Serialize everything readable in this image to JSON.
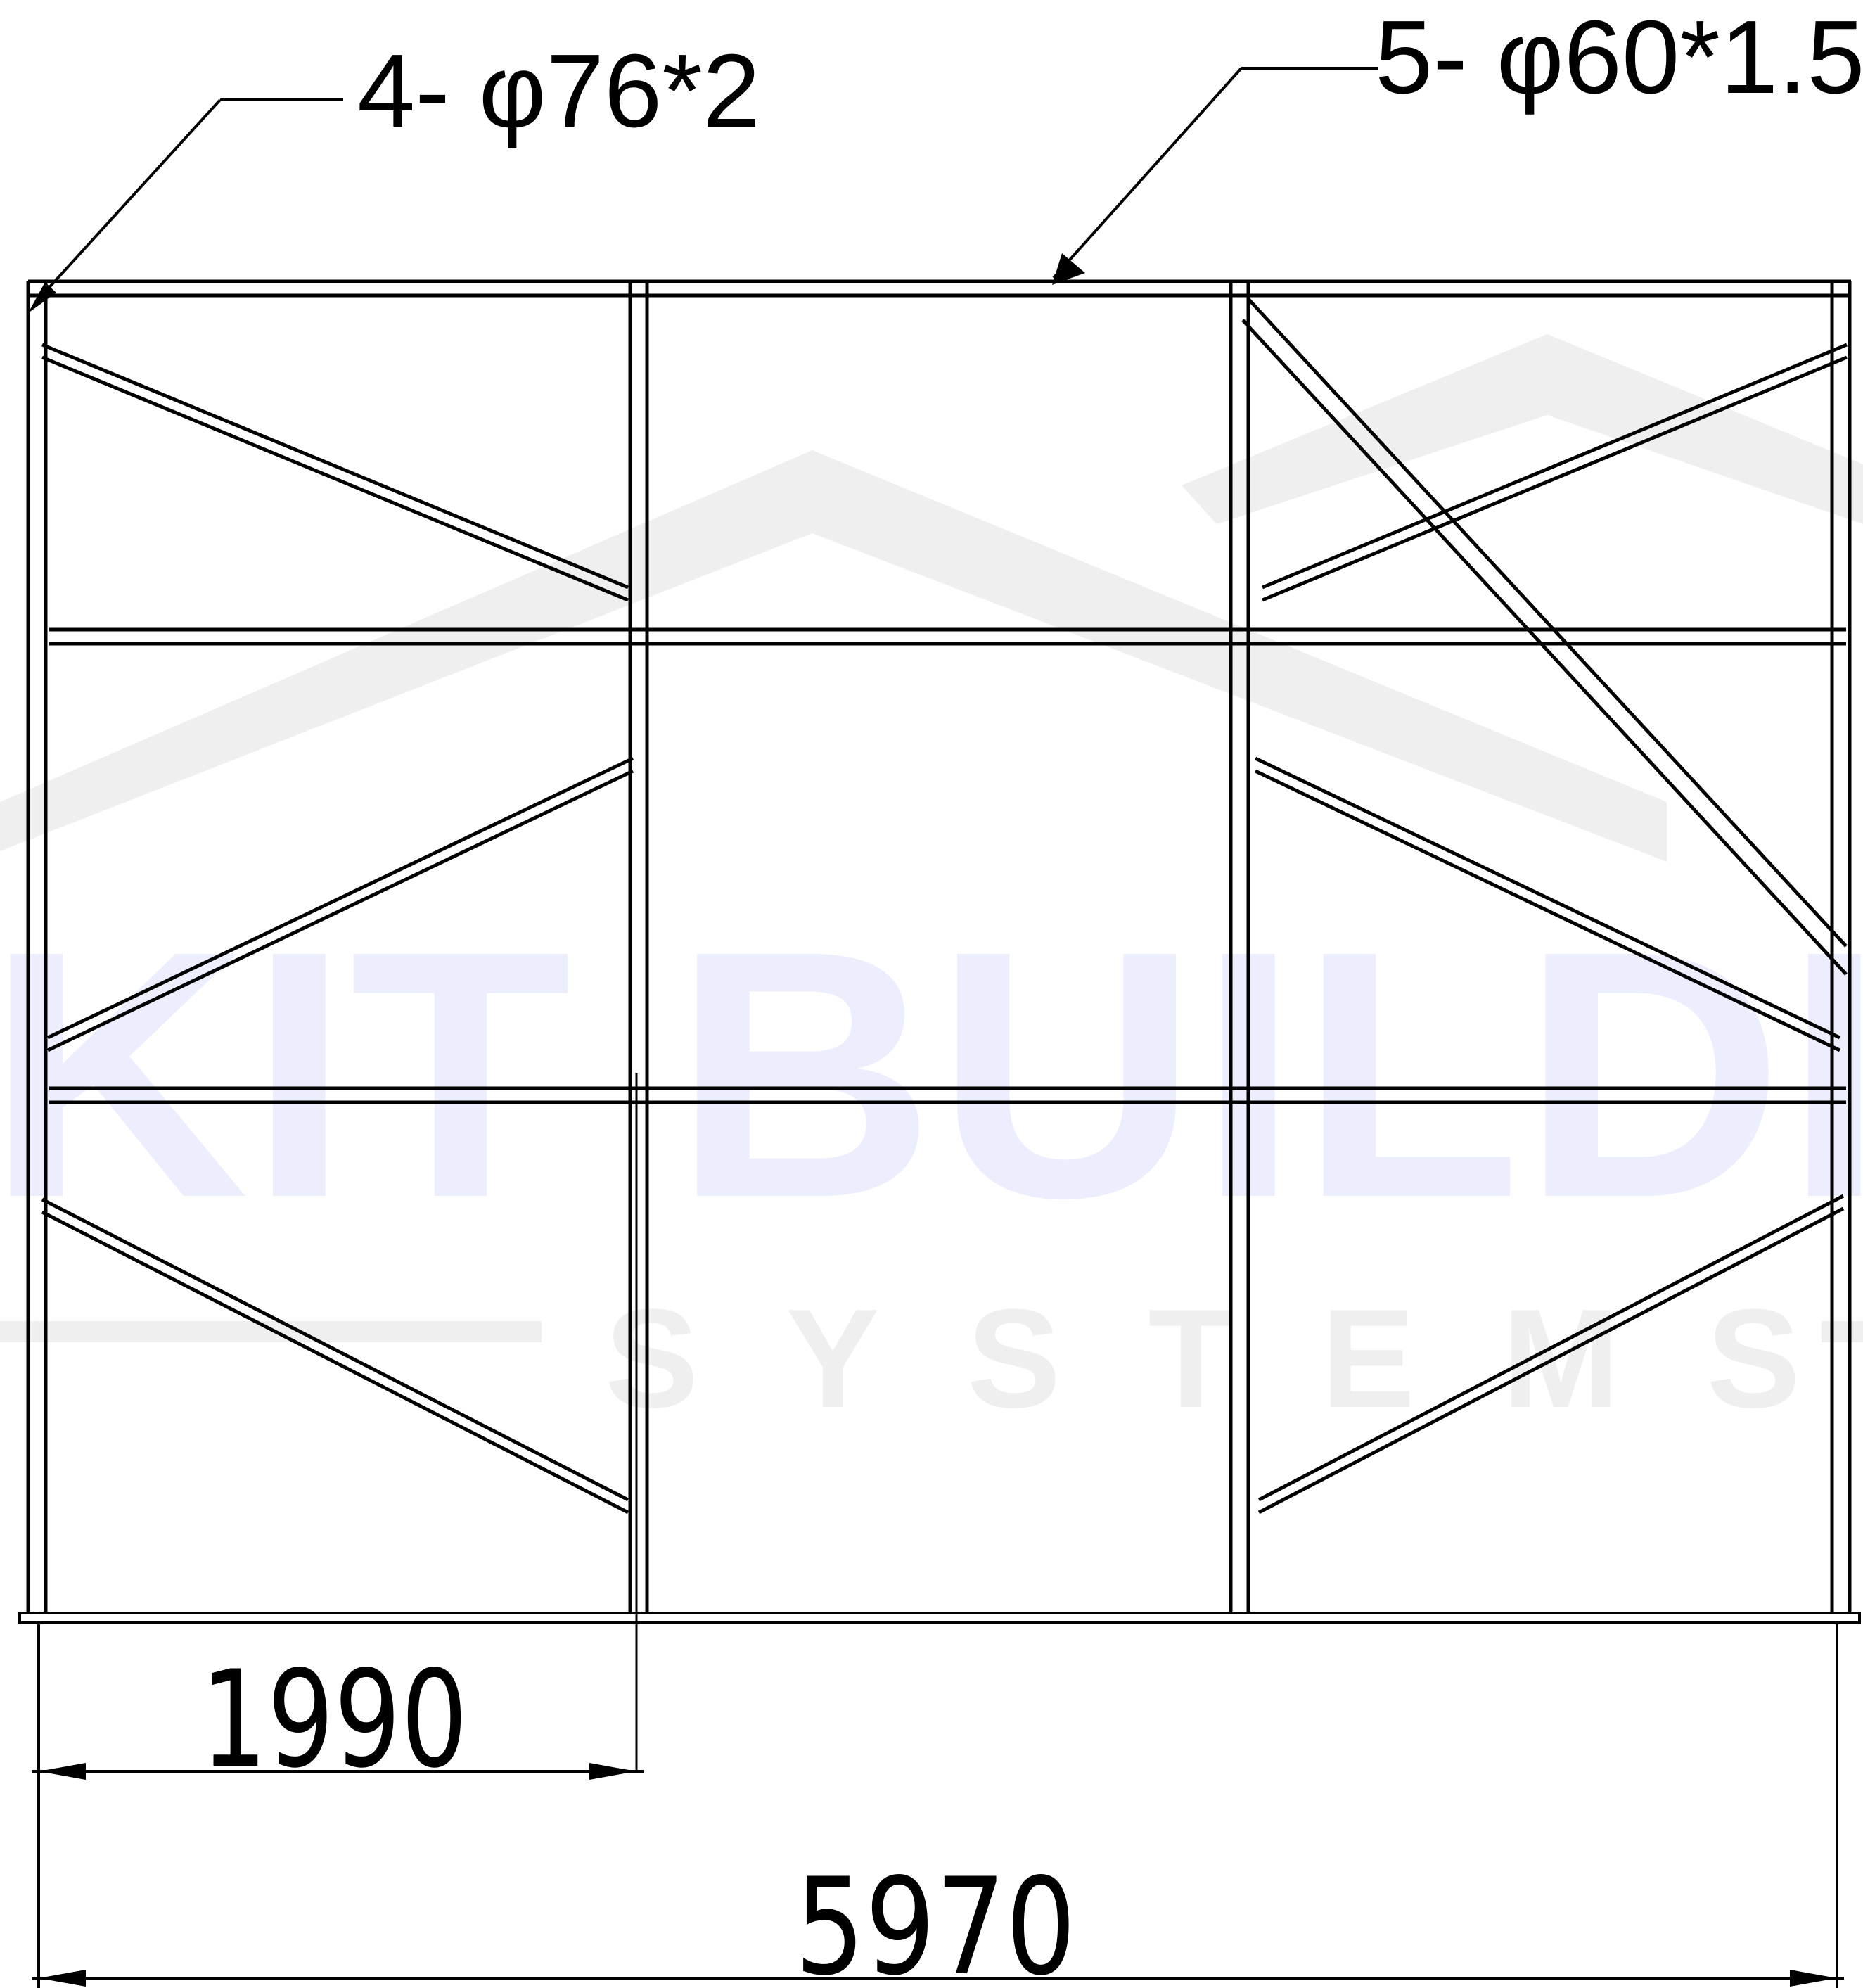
{
  "watermark": {
    "line1": "KIT BUILDI",
    "line2": "SYSTEMS",
    "color_main": "#ECEEFD",
    "color_sub": "#EFEFEF",
    "roof_color": "#EFEFEF"
  },
  "callouts": {
    "post_spec": "4- φ76*2",
    "beam_spec": "5- φ60*1.5"
  },
  "dimensions": {
    "bay_width": "1990",
    "total_width": "5970"
  },
  "colors": {
    "line": "#000000",
    "background": "#FFFFFF"
  }
}
